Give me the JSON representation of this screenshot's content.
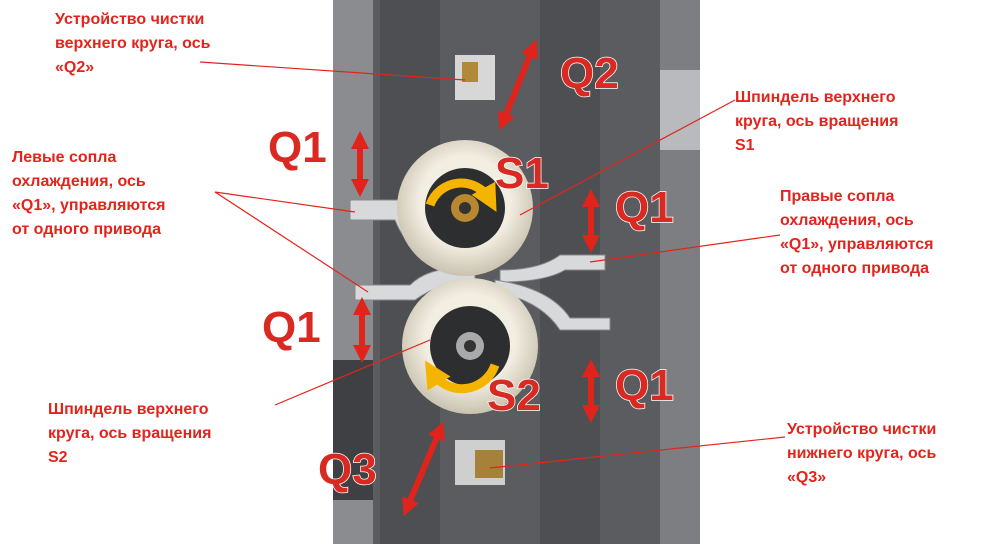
{
  "callouts": {
    "upper_cleaner": [
      "Устройство чистки",
      "верхнего круга, ось",
      "«Q2»"
    ],
    "spindle_s1": [
      "Шпиндель верхнего",
      "круга, ось вращения",
      "S1"
    ],
    "left_nozzles": [
      "Левые сопла",
      "охлаждения, ось",
      "«Q1», управляются",
      "от одного привода"
    ],
    "right_nozzles": [
      "Правые сопла",
      "охлаждения, ось",
      "«Q1», управляются",
      "от одного привода"
    ],
    "spindle_s2": [
      "Шпиндель верхнего",
      "круга, ось вращения",
      "S2"
    ],
    "lower_cleaner": [
      "Устройство чистки",
      "нижнего круга, ось",
      "«Q3»"
    ]
  },
  "axis_labels": {
    "q2": "Q2",
    "q1_top_left": "Q1",
    "s1": "S1",
    "q1_top_right": "Q1",
    "q1_bottom_left": "Q1",
    "s2": "S2",
    "q1_bottom_right": "Q1",
    "q3": "Q3"
  },
  "colors": {
    "label": "#e3241c",
    "arrow": "#e0231b",
    "rotation": "#f5b400",
    "wheel": "#ece6d6",
    "machine": "#5b5c5f"
  }
}
